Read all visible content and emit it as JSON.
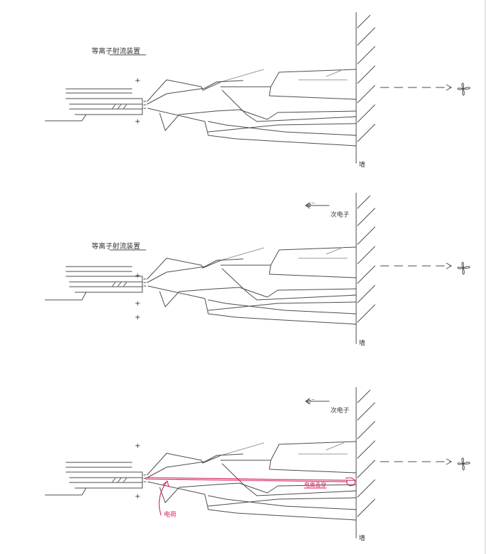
{
  "colors": {
    "ink": "#4a4a4a",
    "ink_light": "#9a9a9a",
    "accent_red": "#d61f5a",
    "background": "#ffffff"
  },
  "panels": [
    {
      "device_label": "等离子射流装置",
      "wall_label": "墙",
      "charges": [
        "+",
        "+"
      ],
      "electron_symbol": "",
      "electron_label": "",
      "red_labels": []
    },
    {
      "device_label": "等离子射流装置",
      "wall_label": "墙",
      "charges": [
        "+",
        "+",
        "+"
      ],
      "electron_symbol": "e⁻",
      "electron_label": "次电子",
      "red_labels": []
    },
    {
      "device_label": "",
      "wall_label": "墙",
      "charges": [
        "+",
        "+"
      ],
      "electron_symbol": "e⁻",
      "electron_label": "次电子",
      "red_labels": [
        "电离击穿",
        "电荷"
      ]
    }
  ]
}
